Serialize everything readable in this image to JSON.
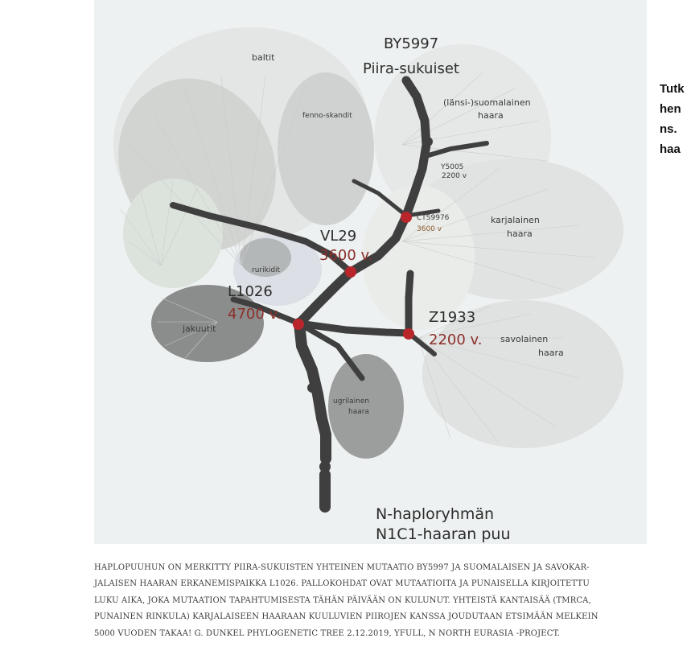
{
  "side_note": [
    "Tutk",
    "hen",
    "ns.",
    "haa"
  ],
  "labels": {
    "by5997": "BY5997",
    "piira": "Piira-sukuiset",
    "baltit": "baltit",
    "fenno": "fenno-skandit",
    "lansi_1": "(länsi-)suomalainen",
    "lansi_2": "haara",
    "y5005": "Y5005",
    "y5005_age": "2200 v",
    "vl29": "VL29",
    "vl29_age": "3600 v.",
    "cts9976": "CTS9976",
    "cts9976_age": "3600 v",
    "karjalainen_1": "karjalainen",
    "karjalainen_2": "haara",
    "rurikidit": "rurikidit",
    "l1026": "L1026",
    "l1026_age": "4700 v.",
    "jakuutit": "jakuutit",
    "z1933": "Z1933",
    "z1933_age": "2200 v.",
    "savolainen_1": "savolainen",
    "savolainen_2": "haara",
    "ugrilainen_1": "ugrilainen",
    "ugrilainen_2": "haara",
    "tree_title_1": "N-haploryhmän",
    "tree_title_2": "N1C1-haaran puu"
  },
  "caption": [
    "HAPLOPUUHUN ON MERKITTY PIIRA-SUKUISTEN YHTEINEN MUTAATIO BY5997 JA SUOMALAISEN JA SAVOKAR-",
    "JALAISEN HAARAN ERKANEMISPAIKKA L1026. PALLOKOHDAT OVAT MUTAATIOITA JA PUNAISELLA KIRJOITETTU",
    "LUKU AIKA, JOKA MUTAATION TAPAHTUMISESTA TÄHÄN PÄIVÄÄN ON KULUNUT. YHTEISTÄ KANTAISÄÄ (TMRCA,",
    "PUNAINEN RINKULA) KARJALAISEEN HAARAAN KUULUVIEN PIIROJEN KANSSA JOUDUTAAN ETSIMÄÄN MELKEIN",
    "5000 VUODEN TAKAA! G. DUNKEL PHYLOGENETIC TREE 2.12.2019, YFULL, N NORTH EURASIA -PROJECT."
  ],
  "colors": {
    "branch": "#3f3f3f",
    "node": "#b8262b",
    "age_text": "#8b2f2a"
  }
}
